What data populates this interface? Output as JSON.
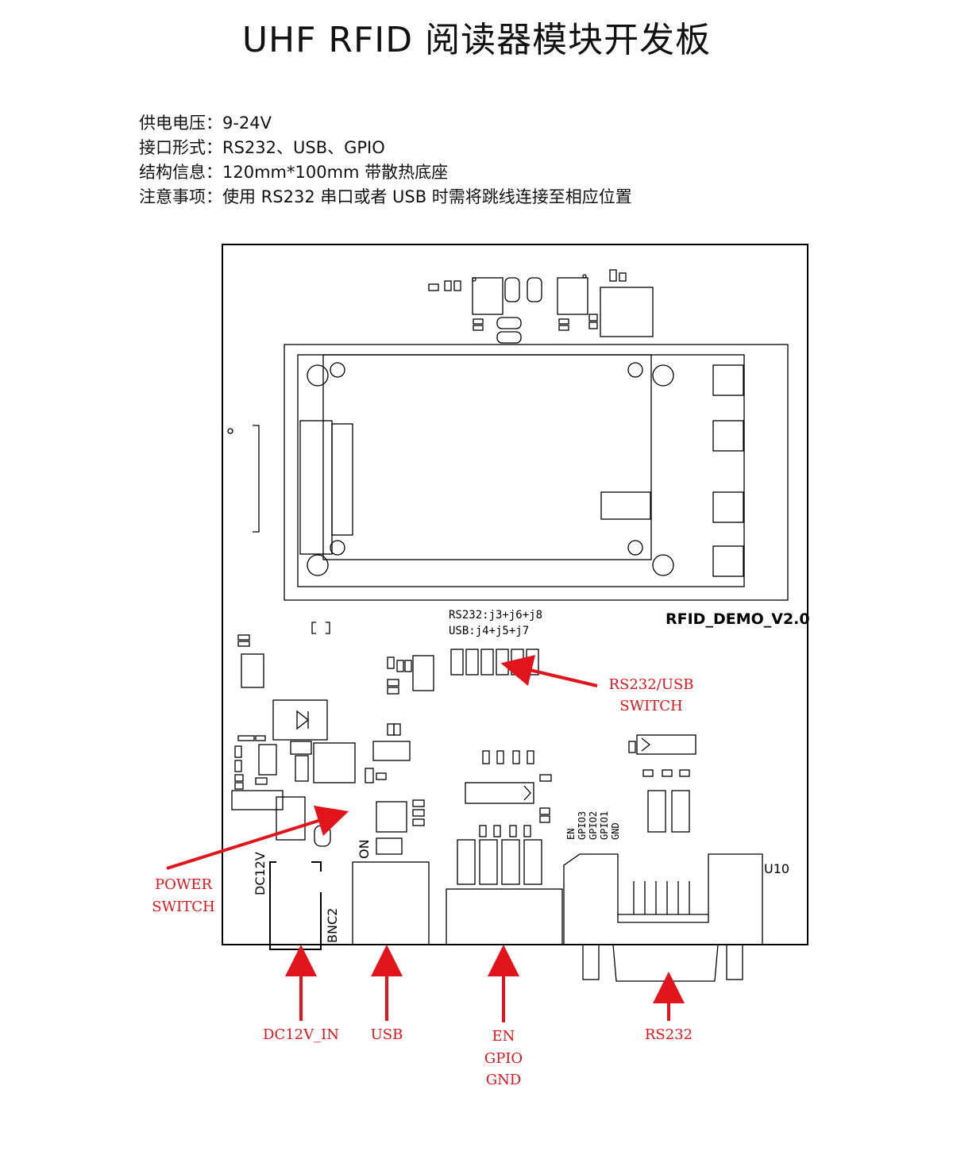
{
  "title": "UHF RFID 阅读器模块开发板",
  "specs": [
    {
      "label": "供电电压：",
      "value": "9-24V"
    },
    {
      "label": "接口形式：",
      "value": "RS232、USB、GPIO"
    },
    {
      "label": "结构信息：",
      "value": "120mm*100mm 带散热底座"
    },
    {
      "label": "注意事项：",
      "value": "使用 RS232 串口或者 USB 时需将跳线连接至相应位置"
    }
  ],
  "board": {
    "version_label": "RFID_DEMO_V2.0",
    "jumper_note_rs232": "RS232:j3+j6+j8",
    "jumper_note_usb": "USB:j4+j5+j7",
    "gpio_pins": [
      "EN",
      "GPIO3",
      "GPIO2",
      "GPIO1",
      "GND"
    ],
    "connector_label": "U10",
    "dc_label": "DC12V",
    "bnc_label": "BNC2",
    "on_label": "ON"
  },
  "annotations": {
    "switch_line1": "RS232/USB",
    "switch_line2": "SWITCH",
    "power_line1": "POWER",
    "power_line2": "SWITCH",
    "dc_in": "DC12V_IN",
    "usb": "USB",
    "gpio_line1": "EN",
    "gpio_line2": "GPIO",
    "gpio_line3": "GND",
    "rs232": "RS232"
  },
  "colors": {
    "annotation": "#e0141a",
    "outline": "#000000"
  }
}
